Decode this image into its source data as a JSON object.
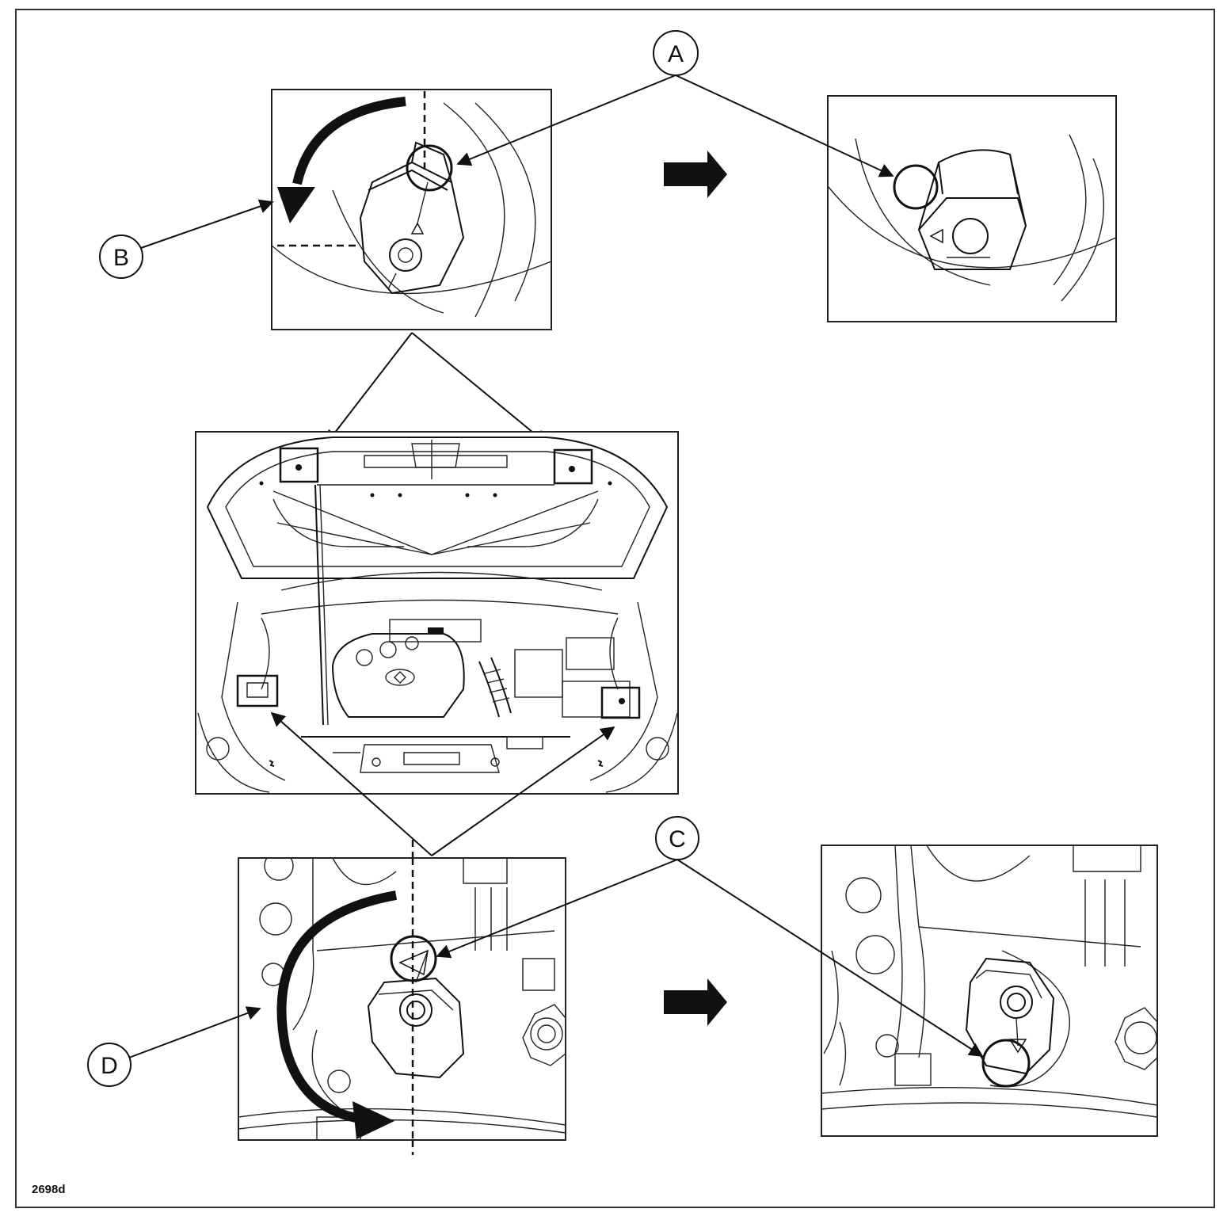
{
  "figure_id": "2698d",
  "callouts": {
    "a": "A",
    "b": "B",
    "c": "C",
    "d": "D"
  }
}
